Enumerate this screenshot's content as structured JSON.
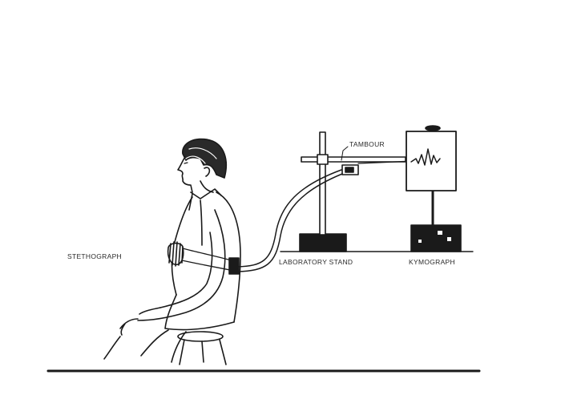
{
  "labels": {
    "stethograph": "STETHOGRAPH",
    "tambour": "TAMBOUR",
    "laboratory_stand": "LABORATORY STAND",
    "kymograph": "KYMOGRAPH"
  },
  "colors": {
    "ink": "#1a1a1a",
    "background": "#ffffff"
  }
}
